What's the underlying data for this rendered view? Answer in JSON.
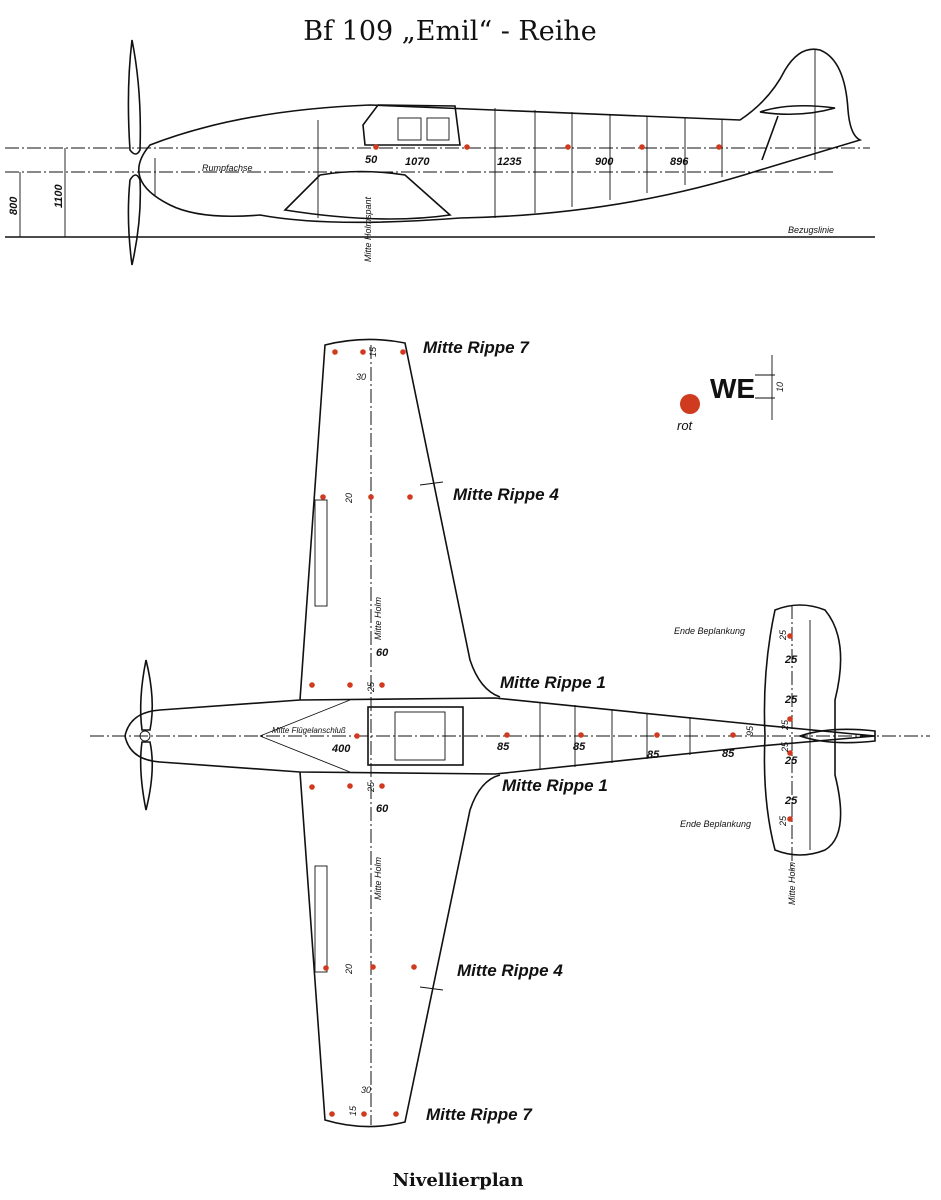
{
  "title": "Bf 109 „Emil“ - Reihe",
  "footer": "Nivellierplan",
  "colors": {
    "marker": "#d03a1e",
    "line": "#111111"
  },
  "side_view": {
    "axis_label": "Rumpfachse",
    "reference_label": "Bezugslinie",
    "spar_frame_label": "Mitte Holmspant",
    "height_dims": [
      "800",
      "1100"
    ],
    "station_dims": [
      "50",
      "1070",
      "1235",
      "900",
      "896"
    ]
  },
  "legend": {
    "code": "WE",
    "size": "10",
    "color_label": "rot"
  },
  "top_view": {
    "rib_labels": {
      "upper_rib7": "Mitte Rippe 7",
      "upper_rib4": "Mitte Rippe 4",
      "upper_rib1": "Mitte Rippe 1",
      "lower_rib1": "Mitte Rippe 1",
      "lower_rib4": "Mitte Rippe 4",
      "lower_rib7": "Mitte Rippe 7"
    },
    "spar_label": "Mitte Holm",
    "wing_attach_label": "Mitte Flügelanschluß",
    "wing_attach_dim": "400",
    "spar_offset_dim": "60",
    "rib_small_dims": {
      "d15": "15",
      "d30": "30",
      "d20": "20",
      "d25": "25"
    },
    "fuselage_dims": [
      "85",
      "85",
      "85",
      "85"
    ],
    "tail_dim": "95",
    "tail_dims": [
      "25",
      "25",
      "25",
      "25",
      "25",
      "25",
      "25",
      "25"
    ],
    "tail_end_label": "Ende Beplankung"
  }
}
